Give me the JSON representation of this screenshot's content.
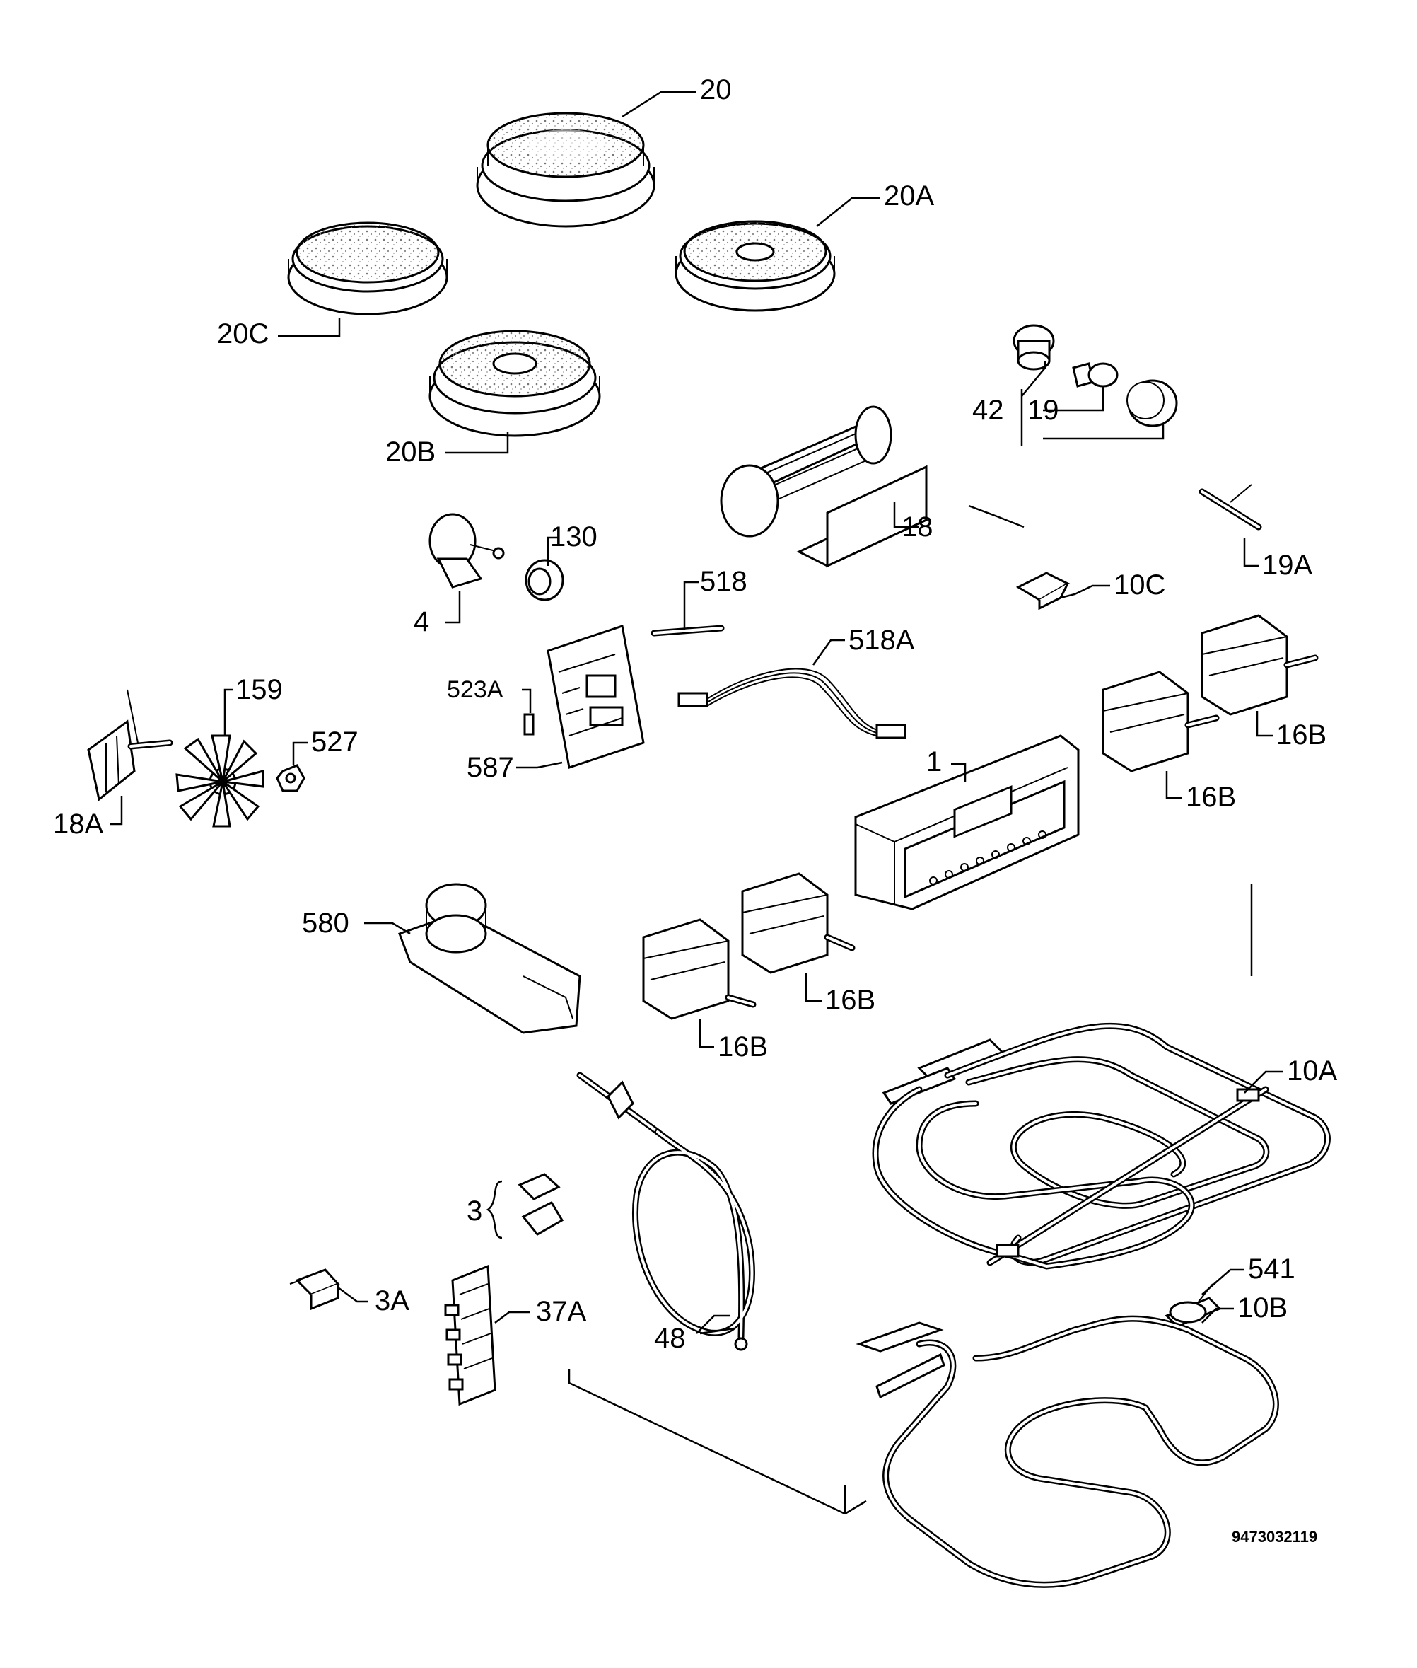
{
  "labels": {
    "p20": "20",
    "p20A": "20A",
    "p20C": "20C",
    "p20B": "20B",
    "p42": "42",
    "p19": "19",
    "p18": "18",
    "p19A": "19A",
    "p130": "130",
    "p4": "4",
    "p518": "518",
    "p10C": "10C",
    "p518A": "518A",
    "p523A": "523A",
    "p159": "159",
    "p527": "527",
    "p18A": "18A",
    "p587": "587",
    "p1": "1",
    "p16B_a": "16B",
    "p16B_b": "16B",
    "p16B_c": "16B",
    "p16B_d": "16B",
    "p580": "580",
    "p10A": "10A",
    "p3": "3",
    "p3A": "3A",
    "p37A": "37A",
    "p48": "48",
    "p541": "541",
    "p10B": "10B"
  },
  "document_number": "9473032119"
}
